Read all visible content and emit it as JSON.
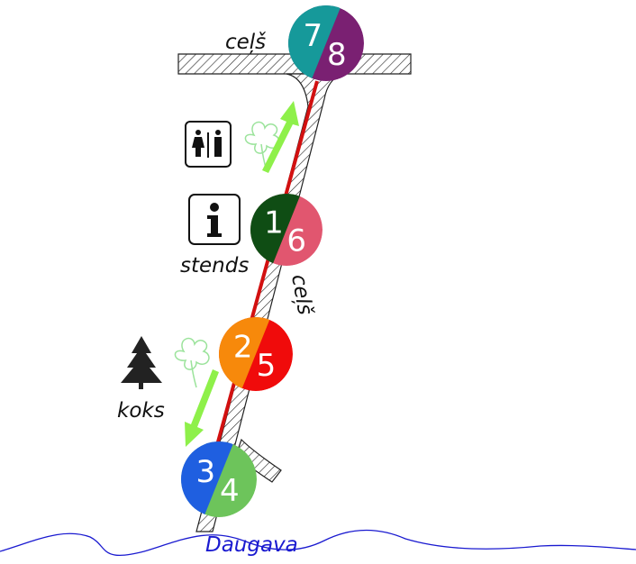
{
  "labels": {
    "road_top": "ceļš",
    "road_side": "ceļš",
    "info_stand": "stends",
    "tree": "koks",
    "river": "Daugava"
  },
  "icons": [
    "toilet-icon",
    "info-icon",
    "tree-icon",
    "flower-icon",
    "arrow-up-icon",
    "arrow-down-icon"
  ],
  "stops": [
    {
      "first": "7",
      "second": "8",
      "color_first": "#16999a",
      "color_second": "#7a2072"
    },
    {
      "first": "1",
      "second": "6",
      "color_first": "#0f4d14",
      "color_second": "#e1566f"
    },
    {
      "first": "2",
      "second": "5",
      "color_first": "#f7890b",
      "color_second": "#f00b0b"
    },
    {
      "first": "3",
      "second": "4",
      "color_first": "#1f5fe0",
      "color_second": "#6dc45b"
    }
  ],
  "colors": {
    "route": "#d21010",
    "arrow": "#8ef04a",
    "river": "#1a1ad0",
    "flower": "#9be39b"
  }
}
